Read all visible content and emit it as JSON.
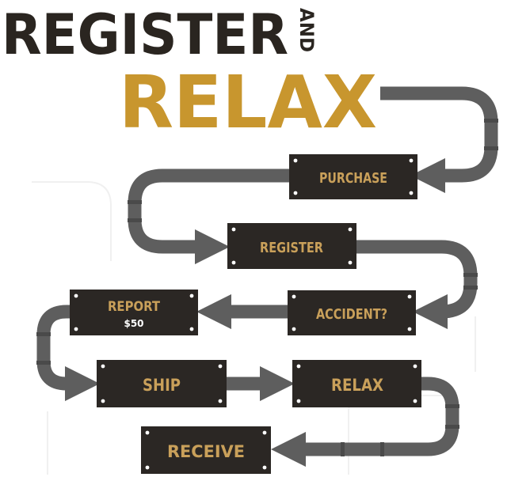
{
  "title": {
    "line1": "REGISTER",
    "connector": "AND",
    "line2": "RELAX"
  },
  "steps": [
    {
      "id": "purchase",
      "label": "PURCHASE",
      "sublabel": ""
    },
    {
      "id": "register",
      "label": "REGISTER",
      "sublabel": ""
    },
    {
      "id": "accident",
      "label": "ACCIDENT?",
      "sublabel": ""
    },
    {
      "id": "report",
      "label": "REPORT",
      "sublabel": "$50"
    },
    {
      "id": "ship",
      "label": "SHIP",
      "sublabel": ""
    },
    {
      "id": "relax",
      "label": "RELAX",
      "sublabel": ""
    },
    {
      "id": "receive",
      "label": "RECEIVE",
      "sublabel": ""
    }
  ],
  "colors": {
    "title_dark": "#2a2520",
    "title_gold": "#c8962e",
    "plate_fill": "#2b2724",
    "plate_label": "#c9a05a",
    "sublabel": "#ffffff",
    "pipe": "#5e5e5e",
    "pipe_joint": "#4a4a4a",
    "rivet": "#ffffff",
    "background": "#ffffff"
  }
}
